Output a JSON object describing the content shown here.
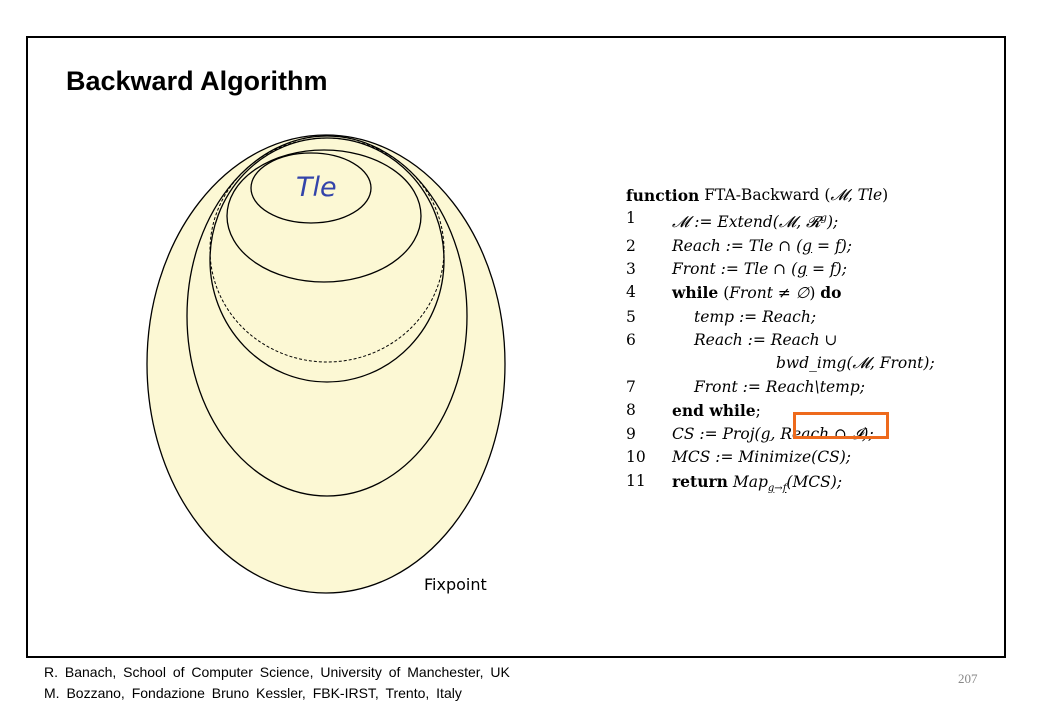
{
  "slide": {
    "title": "Backward Algorithm",
    "page_number": "207"
  },
  "diagram": {
    "inner_label": "Tle",
    "outer_label": "Fixpoint",
    "fill_color": "#fcf8d4",
    "tle_color": "#3344aa"
  },
  "algorithm": {
    "header": "function FTA-Backward (𝓜, Tle)",
    "lines": [
      {
        "num": "1",
        "text": "𝓜 := Extend(𝓜, 𝓡ᵍ);"
      },
      {
        "num": "2",
        "text": "Reach := Tle ∩ (g = f);"
      },
      {
        "num": "3",
        "text": "Front := Tle ∩ (g = f);"
      },
      {
        "num": "4",
        "text": "while (Front ≠ ∅) do"
      },
      {
        "num": "5",
        "text": "temp := Reach;"
      },
      {
        "num": "6",
        "text": "Reach := Reach ∪"
      },
      {
        "num": "",
        "text": "bwd_img(𝓜, Front);"
      },
      {
        "num": "7",
        "text": "Front := Reach\\temp;"
      },
      {
        "num": "8",
        "text": "end while;"
      },
      {
        "num": "9",
        "text": "CS := Proj(g, Reach ∩ 𝓘);"
      },
      {
        "num": "10",
        "text": "MCS := Minimize(CS);"
      },
      {
        "num": "11",
        "text": "return Map_{g→f}(MCS);"
      }
    ],
    "highlight_color": "#ee6a1c"
  },
  "footer": {
    "line1": "R. Banach, School of Computer Science, University of Manchester, UK",
    "line2": "M. Bozzano, Fondazione Bruno Kessler, FBK-IRST, Trento, Italy"
  }
}
